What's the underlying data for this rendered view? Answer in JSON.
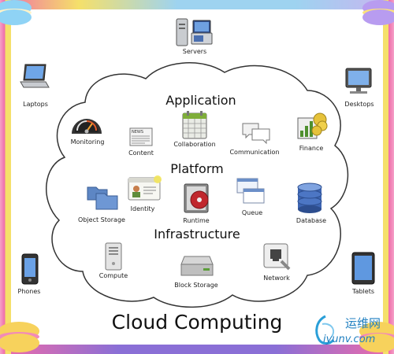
{
  "title": "Cloud Computing",
  "sections": {
    "application": "Application",
    "platform": "Platform",
    "infrastructure": "Infrastructure"
  },
  "outer_clients": {
    "servers": "Servers",
    "laptops": "Laptops",
    "desktops": "Desktops",
    "phones": "Phones",
    "tablets": "Tablets"
  },
  "application_items": {
    "monitoring": "Monitoring",
    "content": "Content",
    "collaboration": "Collaboration",
    "communication": "Communication",
    "finance": "Finance"
  },
  "platform_items": {
    "object_storage": "Object Storage",
    "identity": "Identity",
    "runtime": "Runtime",
    "queue": "Queue",
    "database": "Database"
  },
  "infrastructure_items": {
    "compute": "Compute",
    "block_storage": "Block Storage",
    "network": "Network"
  },
  "icon_text": {
    "content_news": "NEWS"
  },
  "watermark": {
    "chinese": "运维网",
    "url": "iyunv.com"
  },
  "colors": {
    "border_pink": "#f06ba8",
    "border_yellow": "#f5e06a",
    "border_blue": "#9ed3f0",
    "border_purple": "#8a6fd6",
    "cloud_stroke": "#333333"
  }
}
